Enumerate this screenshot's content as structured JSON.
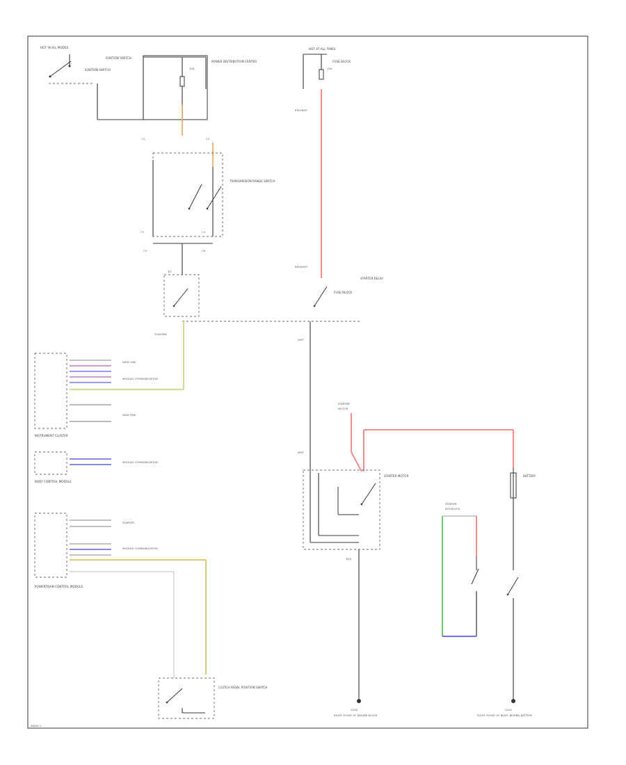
{
  "components": {
    "hot_in_run": "HOT IN ALL MODES",
    "ignition_switch": "IGNITION SWITCH",
    "power_distribution": "POWER DISTRIBUTION CENTER",
    "hot_at_all_times": "HOT AT ALL TIMES",
    "fuse_block": "FUSE BLOCK",
    "transmission_range": "TRANSMISSION RANGE SWITCH",
    "starter_relay": "STARTER RELAY",
    "instrument_cluster": "INSTRUMENT CLUSTER",
    "body_control_module": "BODY CONTROL MODULE",
    "powertrain_control": "POWERTRAIN CONTROL MODULE",
    "starter_motor": "STARTER MOTOR",
    "battery": "BATTERY",
    "clutch_pedal_switch": "CLUTCH PEDAL POSITION SWITCH",
    "ground_left": "G100",
    "ground_right": "G101",
    "ground_left_desc": "RIGHT FRONT OF ENGINE BLOCK",
    "ground_right_desc": "RIGHT FRONT OF BODY, BEHIND BATTERY",
    "footer": "WD00-1"
  },
  "wire_colors": {
    "red": "#f08080",
    "orange": "#e8a060",
    "yellow_green": "#c8d880",
    "blue": "#6060e0",
    "purple": "#b060c0",
    "green": "#60c060",
    "yellow": "#e0c060",
    "black": "#333333"
  }
}
